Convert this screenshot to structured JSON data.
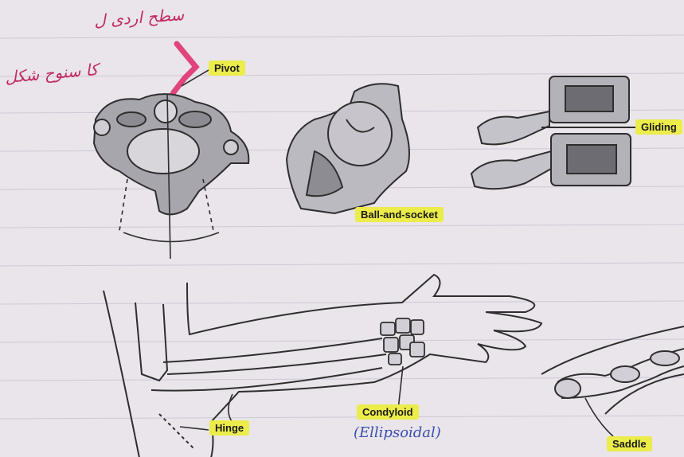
{
  "labels": {
    "pivot": "Pivot",
    "ball_socket": "Ball-and-socket",
    "gliding": "Gliding",
    "hinge": "Hinge",
    "condyloid": "Condyloid",
    "saddle": "Saddle"
  },
  "handwriting": {
    "arabic_top": "سطح اردی ل",
    "arabic_left": "كا سنوح شكل",
    "ellipsoidal": "(Ellipsoidal)"
  },
  "colors": {
    "paper": "#e9e5ea",
    "highlight": "#ecec4a",
    "pink_marker": "#e0447a",
    "pencil": "#3a3a3a",
    "blue_pen": "#3a4fb0"
  }
}
